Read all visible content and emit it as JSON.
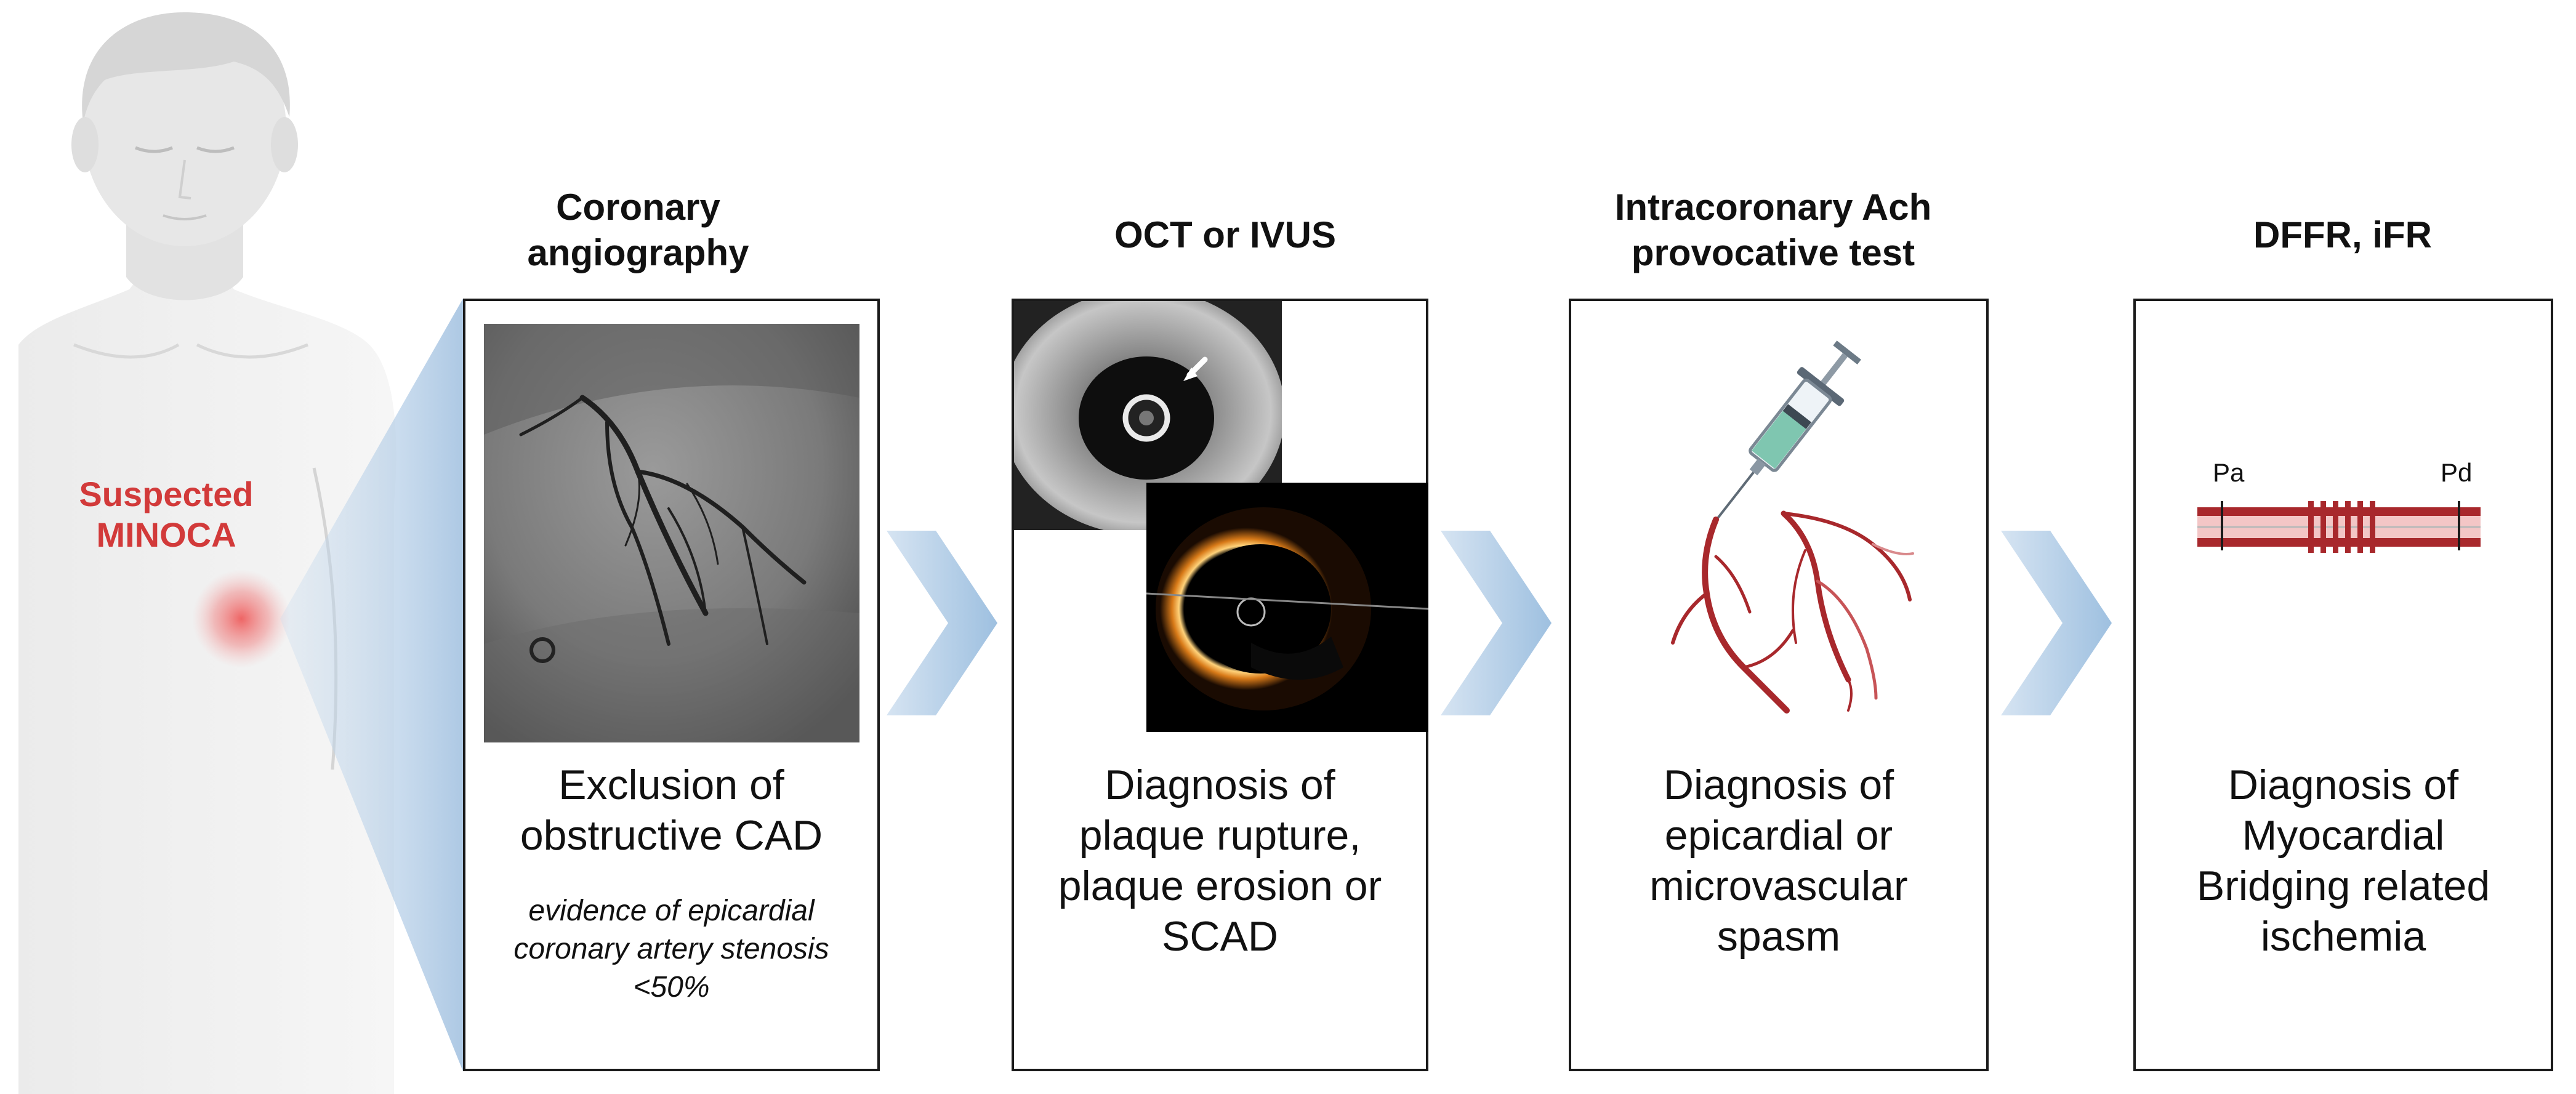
{
  "patient": {
    "label_line1": "Suspected",
    "label_line2": "MINOCA"
  },
  "steps": [
    {
      "title_line1": "Coronary",
      "title_line2": "angiography",
      "text_lines": [
        "Exclusion of",
        "obstructive CAD"
      ],
      "note_lines": [
        "evidence of epicardial",
        "coronary artery stenosis",
        "<50%"
      ]
    },
    {
      "title_line1": "OCT or IVUS",
      "text_lines": [
        "Diagnosis of",
        "plaque rupture,",
        "plaque erosion or",
        "SCAD"
      ]
    },
    {
      "title_line1": "Intracoronary Ach",
      "title_line2": "provocative test",
      "text_lines": [
        "Diagnosis of",
        "epicardial or",
        "microvascular",
        "spasm"
      ]
    },
    {
      "title_line1": "DFFR, iFR",
      "text_lines": [
        "Diagnosis of",
        "Myocardial",
        "Bridging related",
        "ischemia"
      ],
      "pressure_labels": {
        "proximal": "Pa",
        "distal": "Pd"
      }
    }
  ],
  "colors": {
    "accent_red": "#d23a3a",
    "chevron_blue": "#a9c6e2",
    "vessel_red": "#a8282c",
    "silhouette_gray": "#e6e6e6"
  }
}
